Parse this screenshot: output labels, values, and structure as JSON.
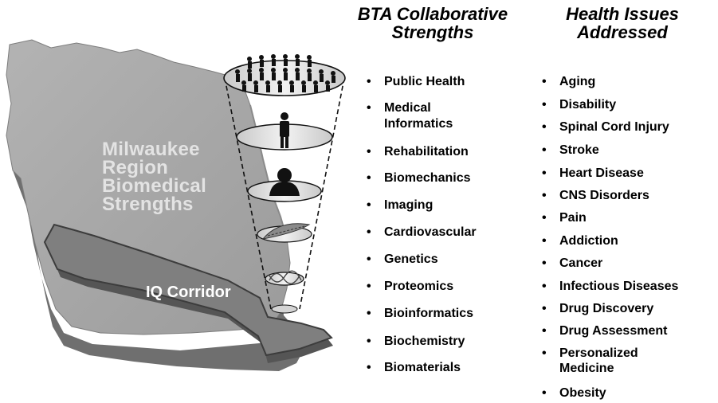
{
  "map": {
    "region_lines": [
      "Milwaukee",
      "Region",
      "Biomedical",
      "Strengths"
    ],
    "corridor_label": "IQ Corridor"
  },
  "columns": {
    "left": {
      "heading_lines": [
        "BTA Collaborative",
        "Strengths"
      ],
      "items": [
        [
          "Public Health"
        ],
        [
          "Medical",
          "Informatics"
        ],
        [
          "Rehabilitation"
        ],
        [
          "Biomechanics"
        ],
        [
          "Imaging"
        ],
        [
          "Cardiovascular"
        ],
        [
          "Genetics"
        ],
        [
          "Proteomics"
        ],
        [
          "Bioinformatics"
        ],
        [
          "Biochemistry"
        ],
        [
          "Biomaterials"
        ]
      ]
    },
    "right": {
      "heading_lines": [
        "Health Issues",
        "Addressed"
      ],
      "items": [
        [
          "Aging"
        ],
        [
          "Disability"
        ],
        [
          "Spinal Cord Injury"
        ],
        [
          "Stroke"
        ],
        [
          "Heart Disease"
        ],
        [
          "CNS Disorders"
        ],
        [
          "Pain"
        ],
        [
          "Addiction"
        ],
        [
          "Cancer"
        ],
        [
          "Infectious Diseases"
        ],
        [
          "Drug Discovery"
        ],
        [
          "Drug Assessment"
        ],
        [
          "Personalized",
          "Medicine"
        ],
        [
          "Obesity"
        ]
      ]
    }
  },
  "bullet_char": "•",
  "colors": {
    "map_top": "#a9a9a9",
    "map_side": "#6e6e6e",
    "arrow": "#7a7a7a",
    "funnel_disc": "#e6e6e6",
    "funnel_line": "#111111"
  }
}
